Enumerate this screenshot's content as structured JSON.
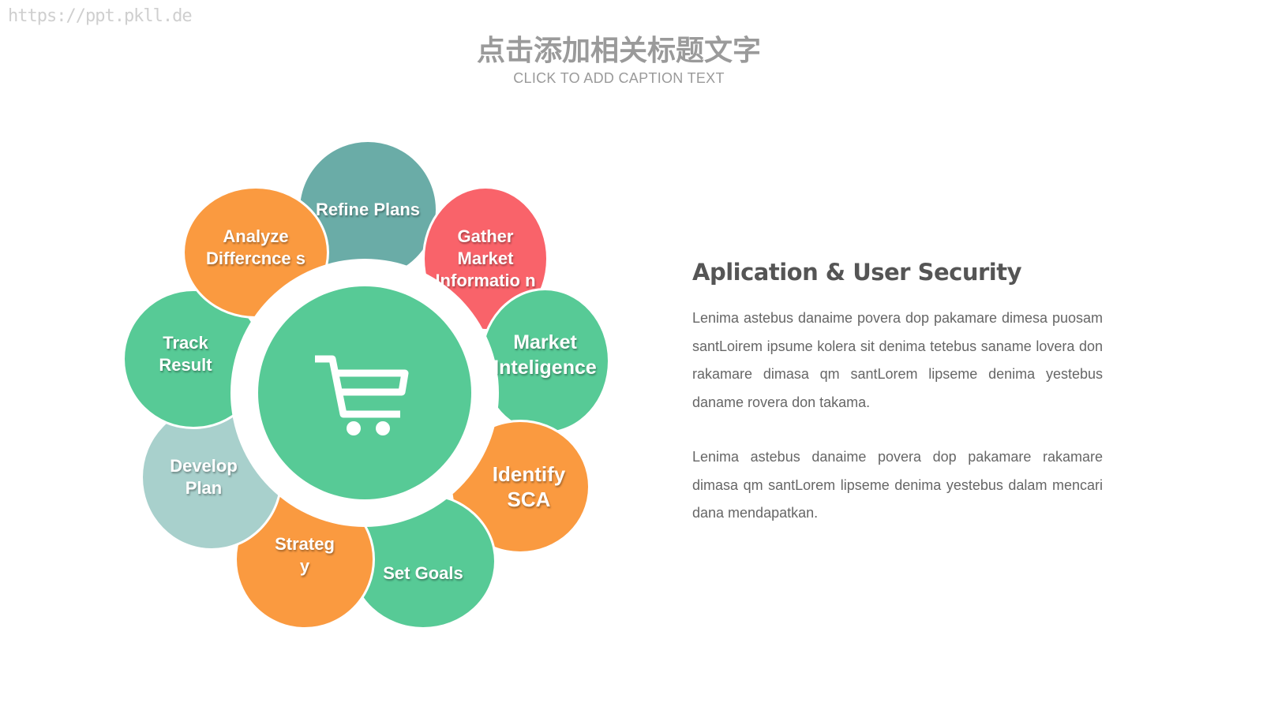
{
  "watermark": "https://ppt.pkll.de",
  "header": {
    "title": "点击添加相关标题文字",
    "caption": "CLICK TO ADD CAPTION TEXT"
  },
  "diagram": {
    "center_icon": "shopping-cart-icon",
    "petals": [
      {
        "label": "Refine Plans",
        "color": "#6aaca7"
      },
      {
        "label": "Gather Market Informatio n",
        "color": "#f9636a"
      },
      {
        "label": "Market Inteligence",
        "color": "#57ca96"
      },
      {
        "label": "Identify SCA",
        "color": "#fa9a40"
      },
      {
        "label": "Set Goals",
        "color": "#57ca96"
      },
      {
        "label": "Strateg y",
        "color": "#fa9a40"
      },
      {
        "label": "Develop Plan",
        "color": "#a8d0cc"
      },
      {
        "label": "Track Result",
        "color": "#57ca96"
      },
      {
        "label": "Analyze Differcnce s",
        "color": "#fa9a40"
      }
    ]
  },
  "content": {
    "heading": "Aplication & User Security",
    "paragraphs": [
      "Lenima astebus danaime povera dop pakamare dimesa puosam santLoirem ipsume kolera sit denima tetebus saname lovera don rakamare dimasa qm santLorem lipseme denima yestebus daname rovera don takama.",
      "Lenima astebus danaime povera dop pakamare rakamare dimasa qm santLorem lipseme denima yestebus dalam mencari dana mendapatkan."
    ]
  }
}
